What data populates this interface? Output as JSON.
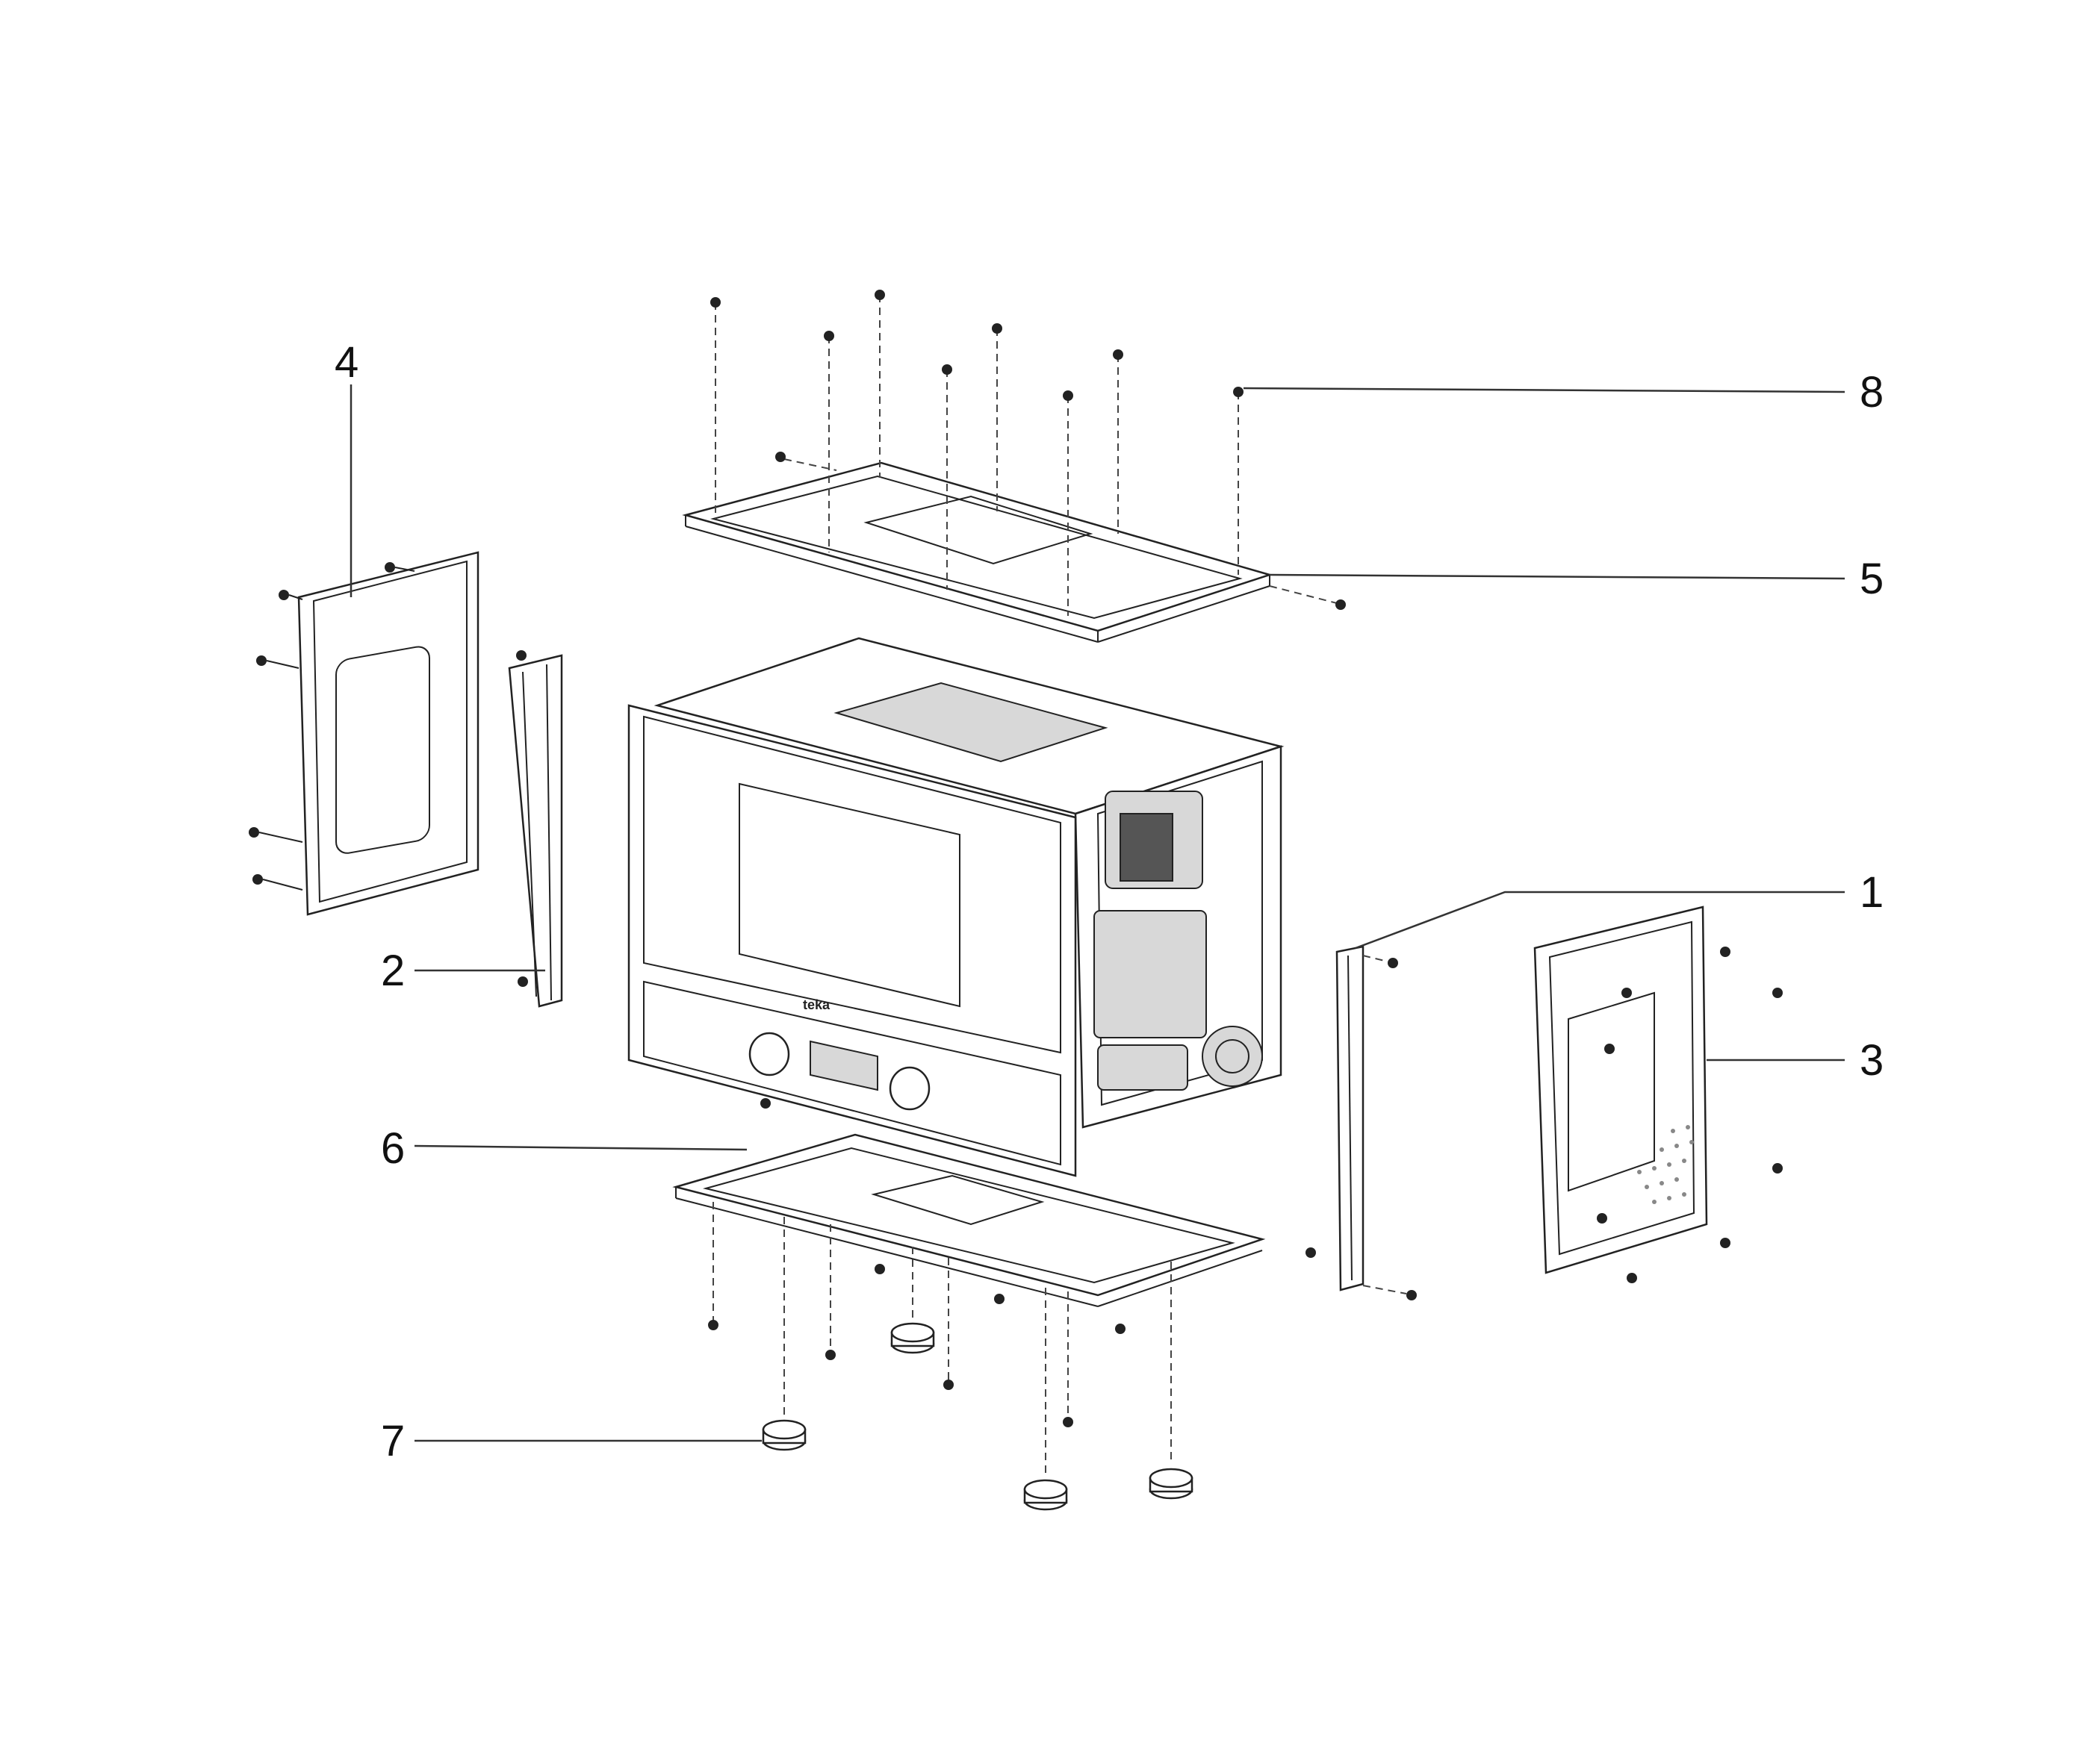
{
  "callouts": [
    {
      "id": "1",
      "text": "1"
    },
    {
      "id": "2",
      "text": "2"
    },
    {
      "id": "3",
      "text": "3"
    },
    {
      "id": "4",
      "text": "4"
    },
    {
      "id": "5",
      "text": "5"
    },
    {
      "id": "6",
      "text": "6"
    },
    {
      "id": "7",
      "text": "7"
    },
    {
      "id": "8",
      "text": "8"
    }
  ],
  "brand_logo": "teka"
}
